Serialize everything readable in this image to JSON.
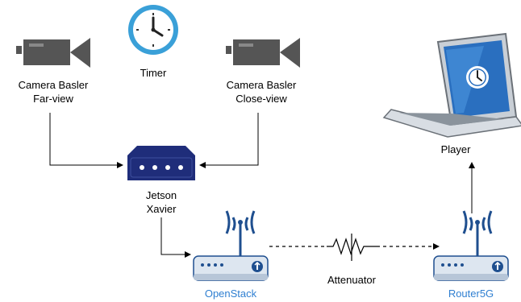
{
  "nodes": {
    "camera_far": {
      "line1": "Camera Basler",
      "line2": "Far-view"
    },
    "timer": {
      "label": "Timer"
    },
    "camera_close": {
      "line1": "Camera Basler",
      "line2": "Close-view"
    },
    "jetson": {
      "line1": "Jetson",
      "line2": "Xavier"
    },
    "player": {
      "label": "Player"
    },
    "openstack": {
      "label": "OpenStack"
    },
    "attenuator": {
      "label": "Attenuator"
    },
    "router": {
      "label": "Router5G"
    }
  },
  "colors": {
    "camera": "#555555",
    "jetson": "#1f2d7a",
    "router_blue": "#1f4f8f",
    "router_body": "#dde6f0",
    "label_blue": "#2f7fd1",
    "clock_face": "#3aa0d8"
  },
  "icons": [
    "camera-icon",
    "clock-icon",
    "jetson-device-icon",
    "laptop-icon",
    "router-icon",
    "resistor-icon"
  ]
}
